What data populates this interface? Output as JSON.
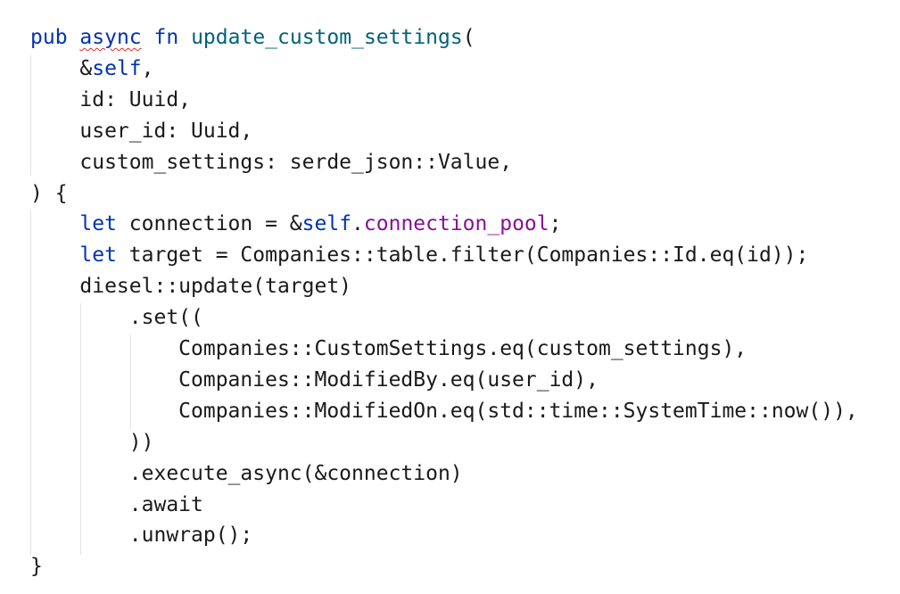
{
  "editor": {
    "colors": {
      "keyword": "#0033b3",
      "function_name": "#00627a",
      "field": "#871094",
      "text": "#1a1a1a",
      "error_underline": "#e0292a"
    },
    "lines": [
      [
        {
          "text": "pub",
          "style": "kw"
        },
        {
          "text": " "
        },
        {
          "text": "async",
          "style": "kw squiggle"
        },
        {
          "text": " "
        },
        {
          "text": "fn",
          "style": "kw"
        },
        {
          "text": " "
        },
        {
          "text": "update_custom_settings",
          "style": "fn"
        },
        {
          "text": "("
        }
      ],
      [
        {
          "text": "    &"
        },
        {
          "text": "self",
          "style": "kw"
        },
        {
          "text": ","
        }
      ],
      [
        {
          "text": "    id: Uuid,"
        }
      ],
      [
        {
          "text": "    user_id: Uuid,"
        }
      ],
      [
        {
          "text": "    custom_settings: serde_json::Value,"
        }
      ],
      [
        {
          "text": ") {"
        }
      ],
      [
        {
          "text": "    "
        },
        {
          "text": "let",
          "style": "kw"
        },
        {
          "text": " connection = &"
        },
        {
          "text": "self",
          "style": "kw"
        },
        {
          "text": "."
        },
        {
          "text": "connection_pool",
          "style": "field"
        },
        {
          "text": ";"
        }
      ],
      [
        {
          "text": "    "
        },
        {
          "text": "let",
          "style": "kw"
        },
        {
          "text": " target = Companies::table.filter(Companies::Id.eq(id));"
        }
      ],
      [
        {
          "text": "    diesel::update(target)"
        }
      ],
      [
        {
          "text": "        .set(("
        }
      ],
      [
        {
          "text": "            Companies::CustomSettings.eq(custom_settings),"
        }
      ],
      [
        {
          "text": "            Companies::ModifiedBy.eq(user_id),"
        }
      ],
      [
        {
          "text": "            Companies::ModifiedOn.eq(std::time::SystemTime::now()),"
        }
      ],
      [
        {
          "text": "        ))"
        }
      ],
      [
        {
          "text": "        .execute_async(&connection)"
        }
      ],
      [
        {
          "text": "        .await"
        }
      ],
      [
        {
          "text": "        .unwrap();"
        }
      ],
      [
        {
          "text": "}"
        }
      ]
    ]
  }
}
